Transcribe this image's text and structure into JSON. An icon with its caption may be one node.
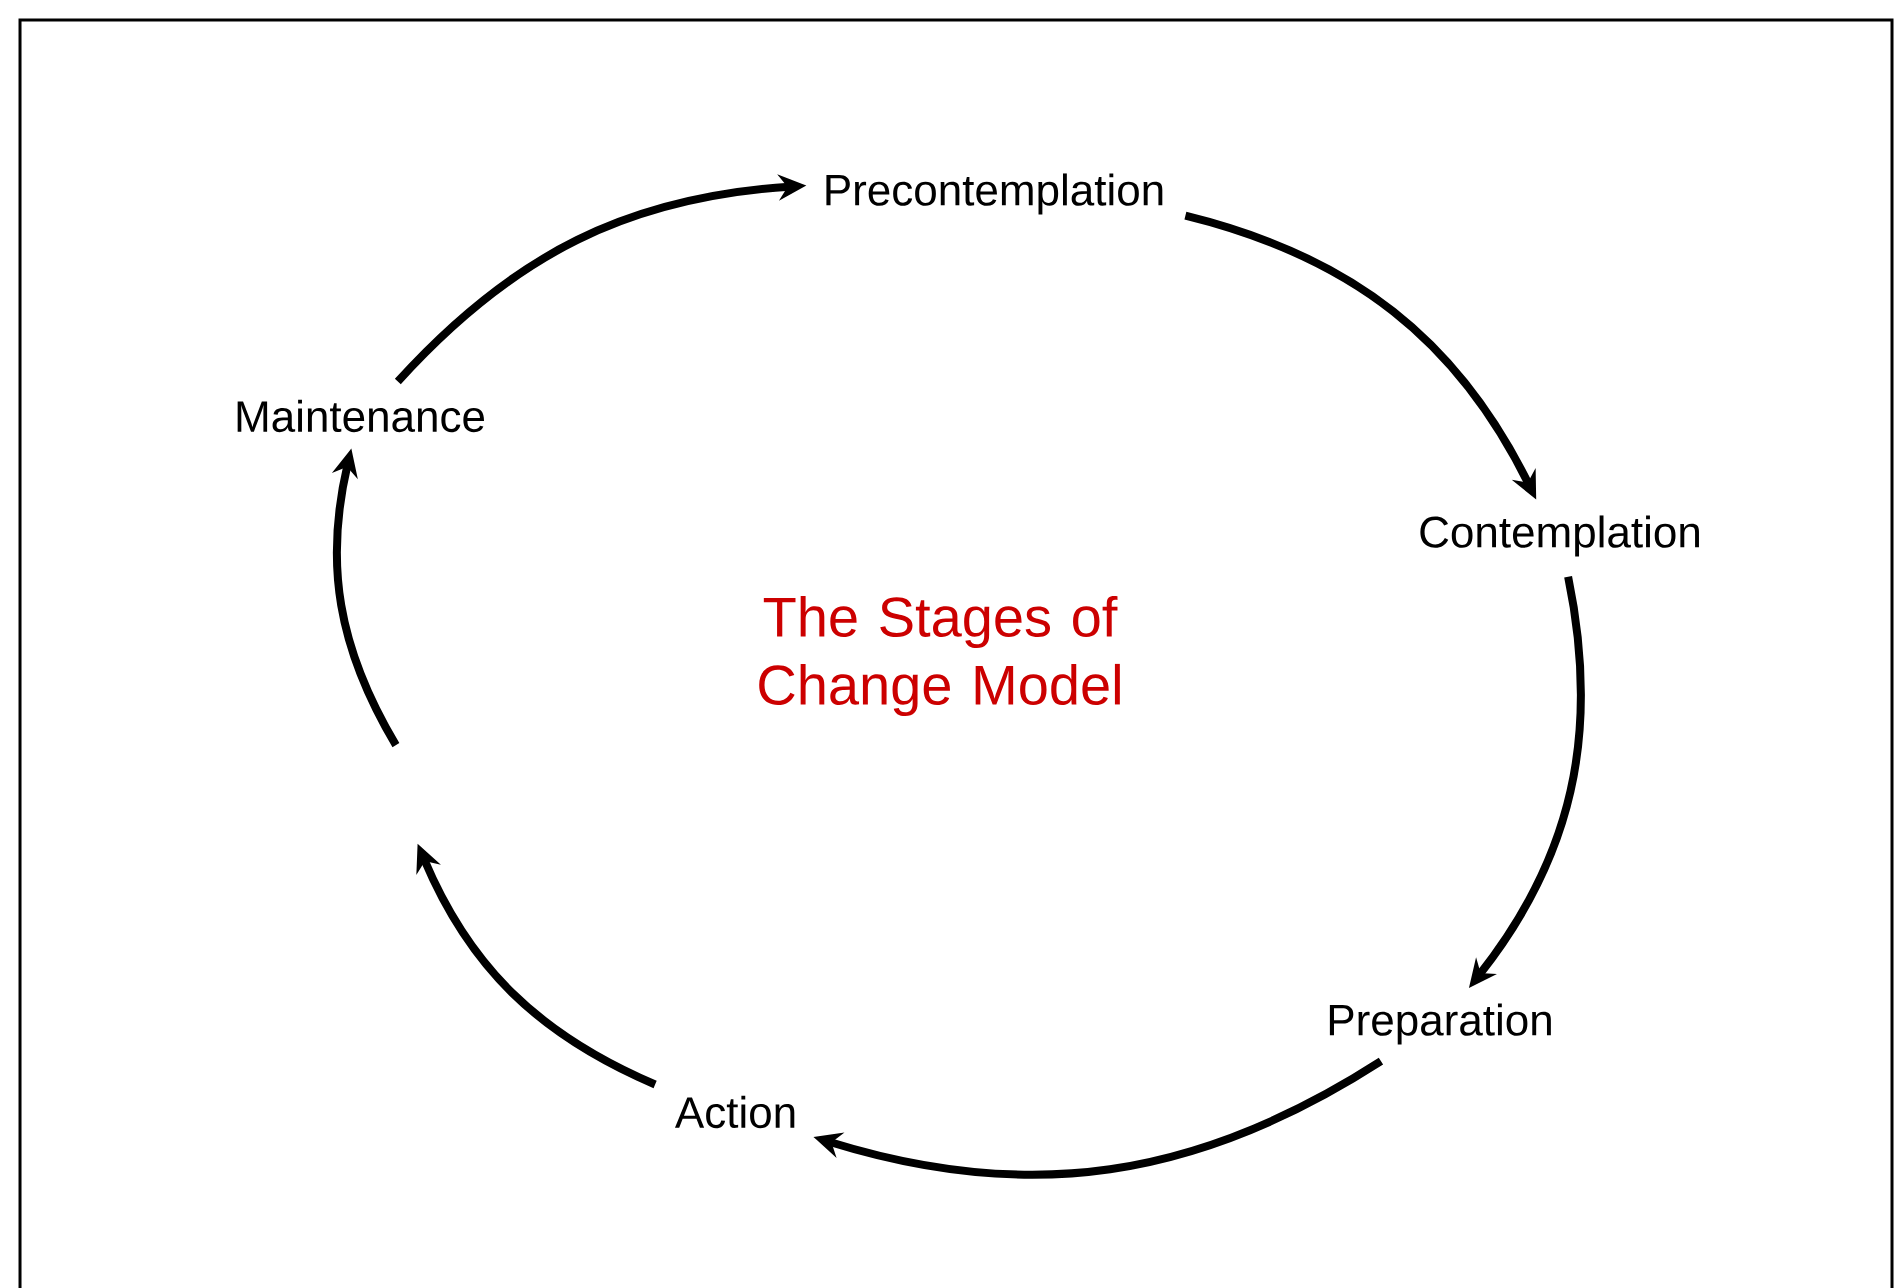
{
  "diagram": {
    "title": "The Stages of Change Model",
    "nodes": [
      {
        "text": [
          "Precontemplation"
        ]
      },
      {
        "text": [
          "Contemplation"
        ]
      },
      {
        "text": [
          "Preparation"
        ]
      },
      {
        "text": [
          "Action"
        ]
      },
      {
        "text": [
          "Maintenance"
        ]
      }
    ],
    "edges": [
      {
        "from": 0,
        "to": 1,
        "arrow": "to"
      },
      {
        "from": 1,
        "to": 2,
        "arrow": "to"
      },
      {
        "from": 2,
        "to": 3,
        "arrow": "to"
      },
      {
        "from": 3,
        "to": null,
        "arrow": "to"
      },
      {
        "from": null,
        "to": 4,
        "arrow": "to"
      },
      {
        "from": 4,
        "to": 0,
        "arrow": "to"
      }
    ]
  }
}
